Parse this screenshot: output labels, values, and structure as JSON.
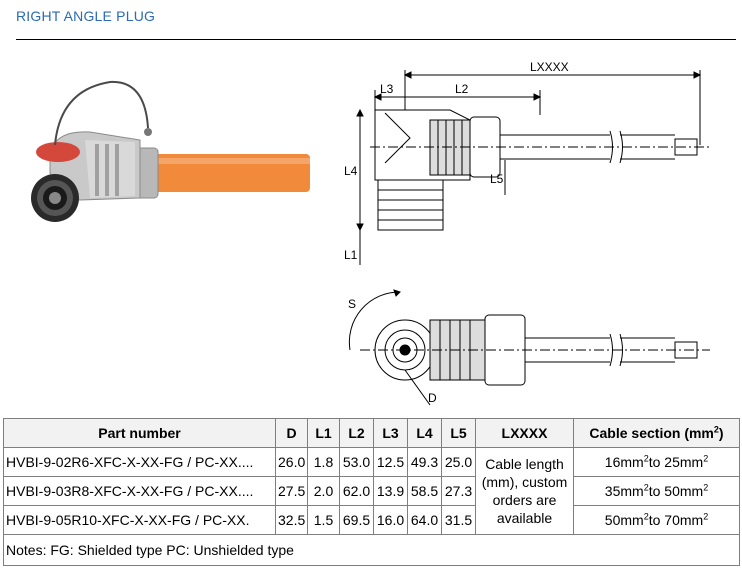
{
  "header": {
    "title": "RIGHT ANGLE PLUG"
  },
  "drawing": {
    "labels": {
      "lxxxx": "LXXXX",
      "l2": "L2",
      "l3": "L3",
      "l4": "L4",
      "l5": "L5",
      "l1": "L1",
      "s": "S",
      "d": "D"
    }
  },
  "table": {
    "headers": {
      "part_number": "Part number",
      "d": "D",
      "l1": "L1",
      "l2": "L2",
      "l3": "L3",
      "l4": "L4",
      "l5": "L5",
      "lxxxx": "LXXXX",
      "cable_section": "Cable section (mm",
      "cable_section_sup": "2",
      "cable_section_end": ")"
    },
    "rows": [
      {
        "part": "HVBI-9-02R6-XFC-X-XX-FG / PC-XX....",
        "d": "26.0",
        "l1": "1.8",
        "l2": "53.0",
        "l3": "12.5",
        "l4": "49.3",
        "l5": "25.0",
        "cs_a": "16mm",
        "cs_b": "to 25mm",
        "sup": "2"
      },
      {
        "part": "HVBI-9-03R8-XFC-X-XX-FG / PC-XX....",
        "d": "27.5",
        "l1": "2.0",
        "l2": "62.0",
        "l3": "13.9",
        "l4": "58.5",
        "l5": "27.3",
        "cs_a": "35mm",
        "cs_b": "to 50mm",
        "sup": "2"
      },
      {
        "part": "HVBI-9-05R10-XFC-X-XX-FG / PC-XX.",
        "d": "32.5",
        "l1": "1.5",
        "l2": "69.5",
        "l3": "16.0",
        "l4": "64.0",
        "l5": "31.5",
        "cs_a": "50mm",
        "cs_b": "to 70mm",
        "sup": "2"
      }
    ],
    "lxxxx_note": "Cable length (mm), custom orders are available",
    "notes": "Notes: FG: Shielded type PC: Unshielded type"
  }
}
